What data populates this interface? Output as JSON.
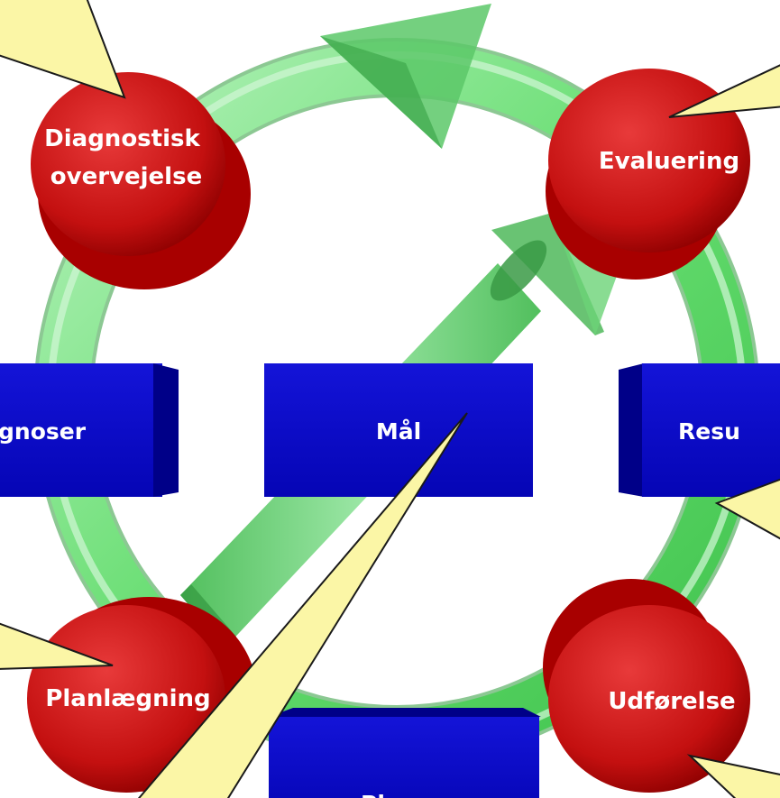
{
  "diagram": {
    "nodes": [
      {
        "id": "diagnostisk",
        "lines": [
          "Diagnostisk",
          "overvejelse"
        ]
      },
      {
        "id": "evaluering",
        "lines": [
          "Evaluering"
        ]
      },
      {
        "id": "planlaegning",
        "lines": [
          "Planlægning"
        ]
      },
      {
        "id": "udforelse",
        "lines": [
          "Udførelse"
        ]
      }
    ],
    "boxes": {
      "left": "gnoser",
      "center": "Mål",
      "right": "Resu",
      "bottom": "Pl"
    },
    "colors": {
      "ring": "#6fe07a",
      "node": "#d81818",
      "box": "#0a0acc",
      "callout": "#fbf6a6"
    }
  }
}
